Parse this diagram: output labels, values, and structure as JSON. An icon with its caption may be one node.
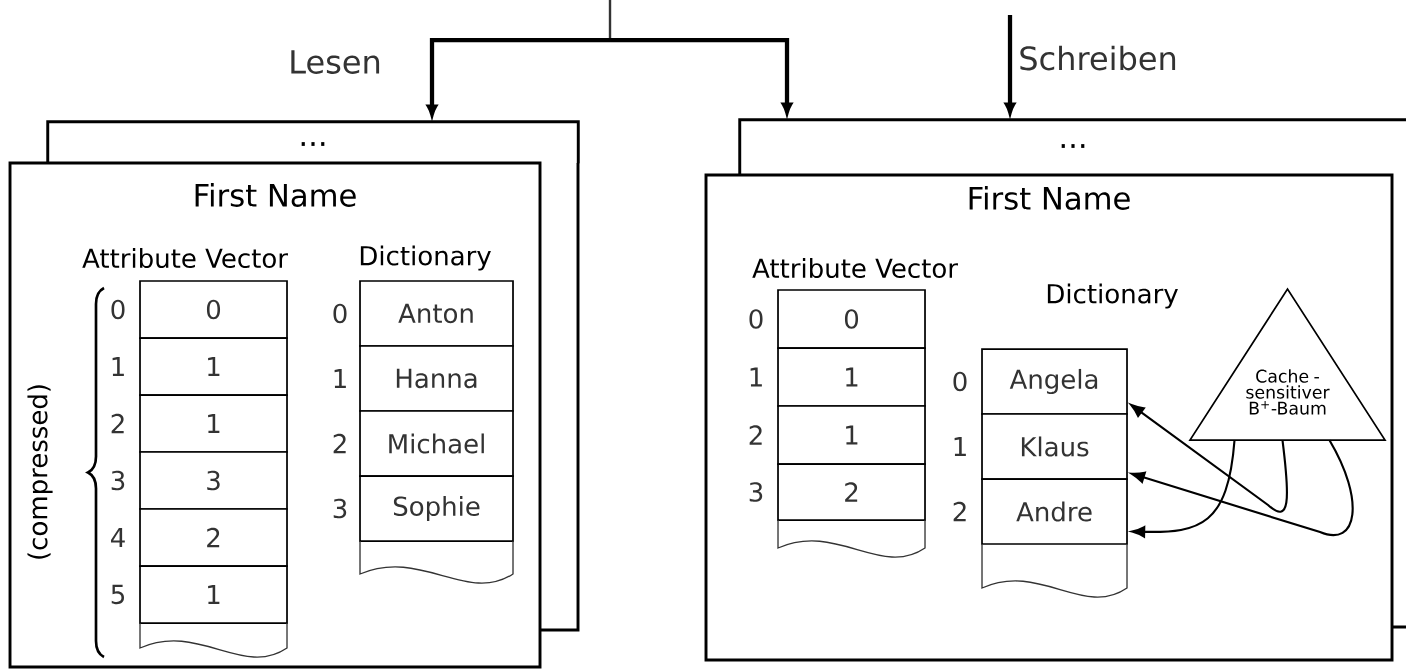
{
  "diagram": {
    "nodes": [
      {
        "text": [
          "..."
        ]
      },
      {
        "text": [
          "First Name"
        ]
      },
      {
        "text": [
          "0"
        ],
        "beside": [
          "0"
        ],
        "in": 1
      },
      {
        "text": [
          "1"
        ],
        "beside": [
          "1"
        ],
        "in": 1
      },
      {
        "text": [
          "1"
        ],
        "beside": [
          "2"
        ],
        "in": 1
      },
      {
        "text": [
          "3"
        ],
        "beside": [
          "3"
        ],
        "in": 1
      },
      {
        "text": [
          "2"
        ],
        "beside": [
          "4"
        ],
        "in": 1
      },
      {
        "text": [
          "1"
        ],
        "beside": [
          "5"
        ],
        "in": 1
      },
      {
        "text": [
          "Anton"
        ],
        "beside": [
          "0"
        ],
        "in": 1
      },
      {
        "text": [
          "Hanna"
        ],
        "beside": [
          "1"
        ],
        "in": 1
      },
      {
        "text": [
          "Michael"
        ],
        "beside": [
          "2"
        ],
        "in": 1
      },
      {
        "text": [
          "Sophie"
        ],
        "beside": [
          "3"
        ],
        "in": 1
      },
      {
        "text": [
          "..."
        ]
      },
      {
        "text": [
          "First Name"
        ]
      },
      {
        "text": [
          "0"
        ],
        "beside": [
          "0"
        ],
        "in": 13
      },
      {
        "text": [
          "1"
        ],
        "beside": [
          "1"
        ],
        "in": 13
      },
      {
        "text": [
          "1"
        ],
        "beside": [
          "2"
        ],
        "in": 13
      },
      {
        "text": [
          "2"
        ],
        "beside": [
          "3"
        ],
        "in": 13
      },
      {
        "text": [
          "Angela"
        ],
        "beside": [
          "0"
        ],
        "in": 13
      },
      {
        "text": [
          "Klaus"
        ],
        "beside": [
          "1"
        ],
        "in": 13
      },
      {
        "text": [
          "Andre"
        ],
        "beside": [
          "2"
        ],
        "in": 13
      },
      {
        "text": [
          "Cache -sensitiver B$^{+}$-Baum"
        ],
        "in": 13
      }
    ],
    "edges": [
      {
        "from": null,
        "to": 0,
        "arrow": "to",
        "label": "Lesen",
        "style": "thick"
      },
      {
        "from": null,
        "to": 12,
        "arrow": "to",
        "style": "thick"
      },
      {
        "from": null,
        "to": 12,
        "arrow": "to",
        "label": "Schreiben",
        "style": "thick"
      },
      {
        "from": 21,
        "to": 18,
        "arrow": "to"
      },
      {
        "from": 21,
        "to": 19,
        "arrow": "to"
      },
      {
        "from": 21,
        "to": 20,
        "arrow": "to"
      }
    ],
    "labels": [
      "Attribute Vector",
      "Dictionary",
      "(compressed)",
      "Attribute Vector",
      "Dictionary"
    ]
  }
}
